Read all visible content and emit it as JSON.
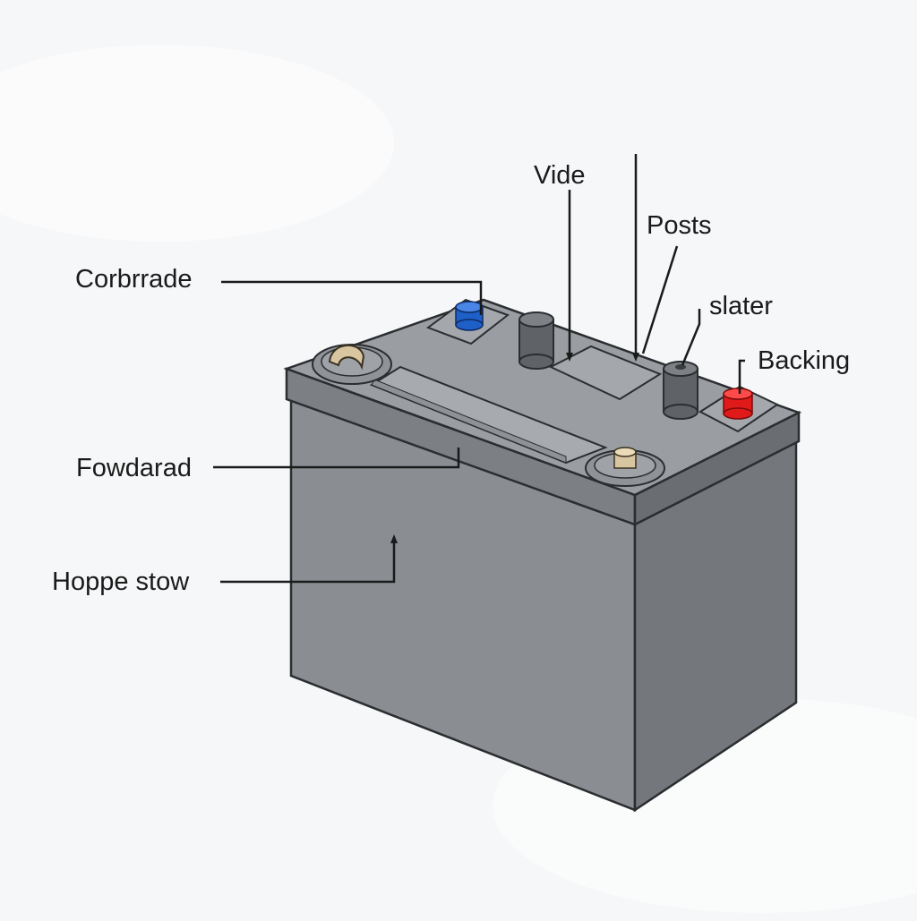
{
  "labels": {
    "vide": "Vide",
    "posts": "Posts",
    "corbrrade": "Corbrrade",
    "slater": "slater",
    "backing": "Backing",
    "fowdarad": "Fowdarad",
    "hoppe_stow": "Hoppe stow"
  },
  "colors": {
    "background": "#f6f7f8",
    "body_front": "#8a8e93",
    "body_side": "#74787d",
    "lid_top": "#9a9ea3",
    "lid_edge": "#7c8085",
    "outline": "#2b2d30",
    "terminal_negative": "#1f5fc8",
    "terminal_positive": "#e01919",
    "terminal_brass": "#d8c6a0",
    "leader_line": "#1a1a1a"
  },
  "icons": {
    "battery": "car-battery-illustration",
    "negative_terminal": "blue-terminal-cap",
    "positive_terminal": "red-terminal-cap"
  }
}
